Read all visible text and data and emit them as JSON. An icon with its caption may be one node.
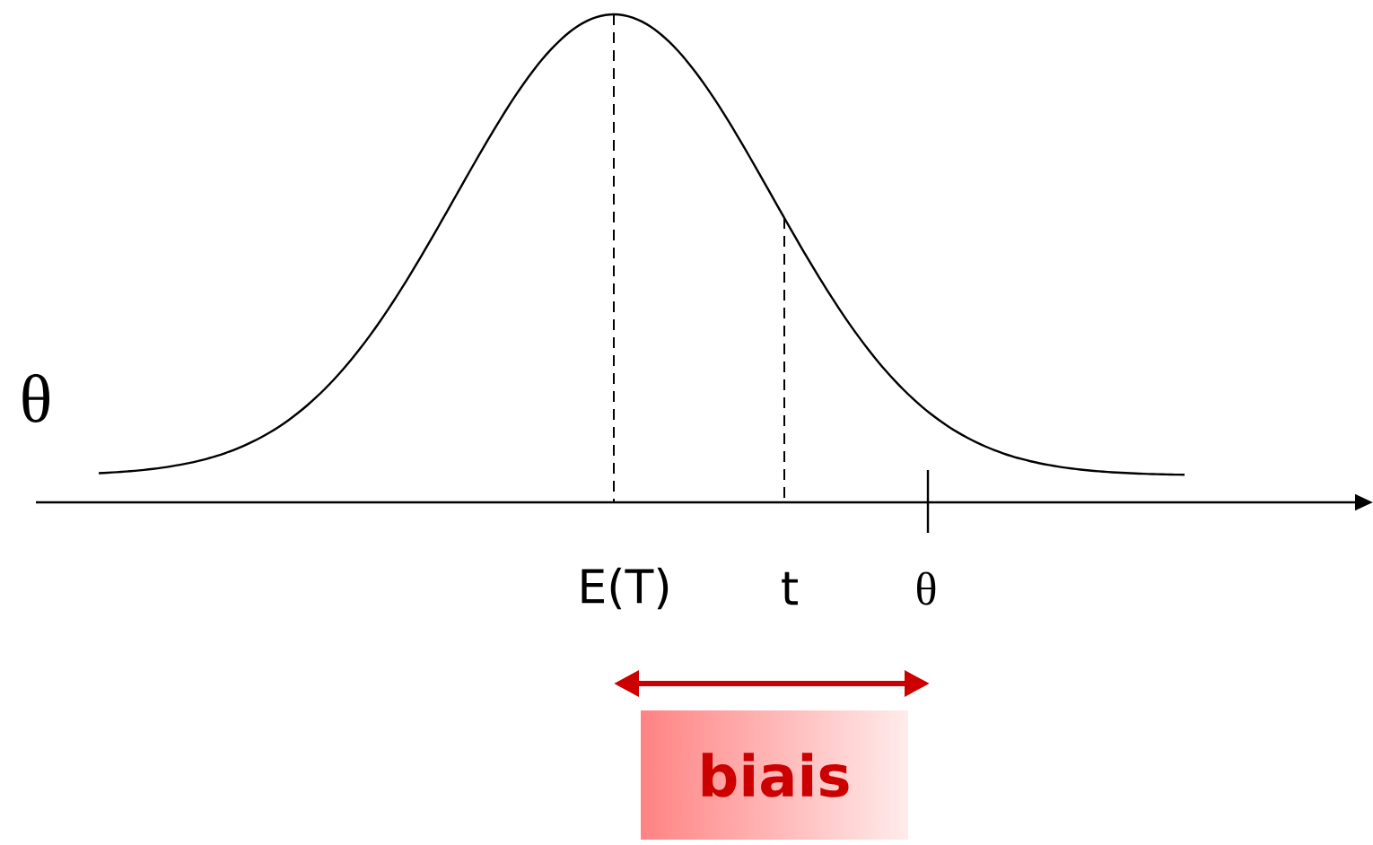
{
  "diagram": {
    "nodes": [
      {
        "text": [
          "biais"
        ]
      }
    ],
    "labels": [
      "θ",
      "E(T)",
      "t",
      "θ"
    ]
  }
}
